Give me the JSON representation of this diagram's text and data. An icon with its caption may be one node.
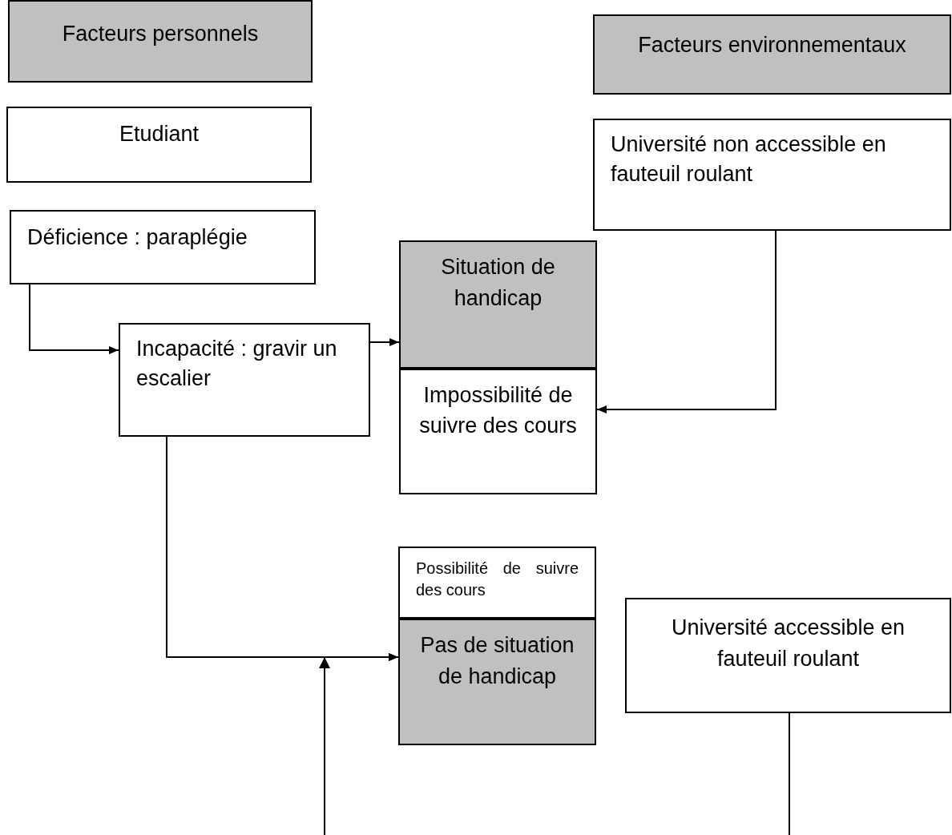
{
  "diagram": {
    "nodes": [
      {
        "text": [
          "Facteurs personnels"
        ]
      },
      {
        "text": [
          "Facteurs environnementaux"
        ]
      },
      {
        "text": [
          "Etudiant"
        ]
      },
      {
        "text": [
          "Université non accessible en fauteuil roulant"
        ]
      },
      {
        "text": [
          "Déficience : paraplégie"
        ]
      },
      {
        "text": [
          "Situation de handicap"
        ]
      },
      {
        "text": [
          "Incapacité : gravir un escalier"
        ]
      },
      {
        "text": [
          "Impossibilité de suivre des cours"
        ]
      },
      {
        "text": [
          "Possibilité de suivre des cours"
        ]
      },
      {
        "text": [
          "Pas de situation de handicap"
        ]
      },
      {
        "text": [
          "Université accessible en fauteuil roulant"
        ]
      }
    ],
    "edges": [
      {
        "from": 4,
        "to": 6,
        "arrow": "to"
      },
      {
        "from": 6,
        "to": 5,
        "arrow": "to"
      },
      {
        "from": 3,
        "to": 7,
        "arrow": "to"
      },
      {
        "from": 6,
        "to": 9,
        "arrow": "to"
      },
      {
        "from": null,
        "to": 9,
        "arrow": "to"
      },
      {
        "from": 10,
        "to": null,
        "arrow": "none"
      }
    ]
  }
}
